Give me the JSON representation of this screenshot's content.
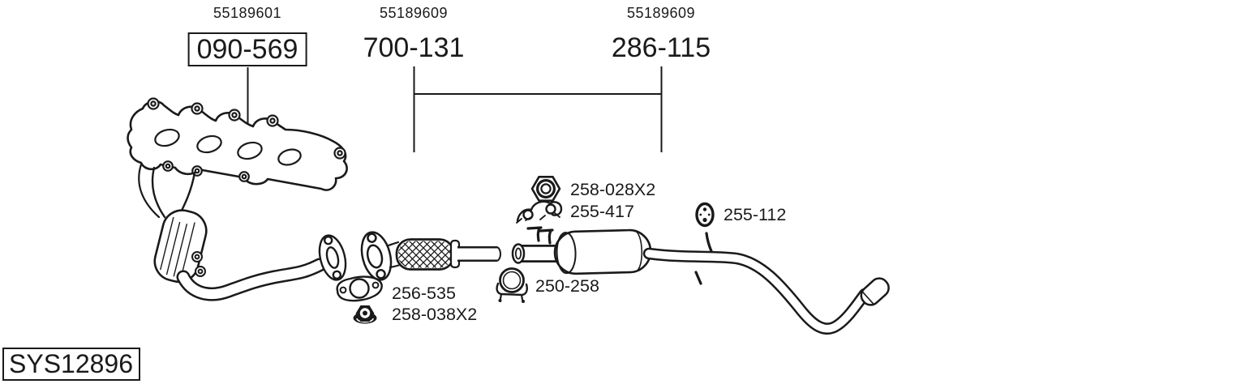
{
  "diagram": {
    "system_code": "SYS12896",
    "callouts": [
      {
        "oe_number": "55189601",
        "part_number": "090-569",
        "boxed": true
      },
      {
        "oe_number": "55189609",
        "part_number": "700-131",
        "boxed": false
      },
      {
        "oe_number": "55189609",
        "part_number": "286-115",
        "boxed": false
      }
    ],
    "component_labels": {
      "hex_nut": "258-028X2",
      "bracket": "255-417",
      "rubber_hanger": "255-112",
      "gasket": "256-535",
      "flange_nut": "258-038X2",
      "pipe_clamp": "250-258"
    },
    "colors": {
      "line": "#1a1a1a",
      "background": "#ffffff"
    },
    "icons": [
      "hex-nut-icon",
      "mounting-bracket-icon",
      "rubber-hanger-icon",
      "gasket-icon",
      "flange-nut-icon",
      "pipe-clamp-icon"
    ],
    "drawing_parts": [
      "exhaust-manifold-with-catalyst",
      "front-flex-pipe",
      "center-muffler-with-tailpipe"
    ]
  }
}
